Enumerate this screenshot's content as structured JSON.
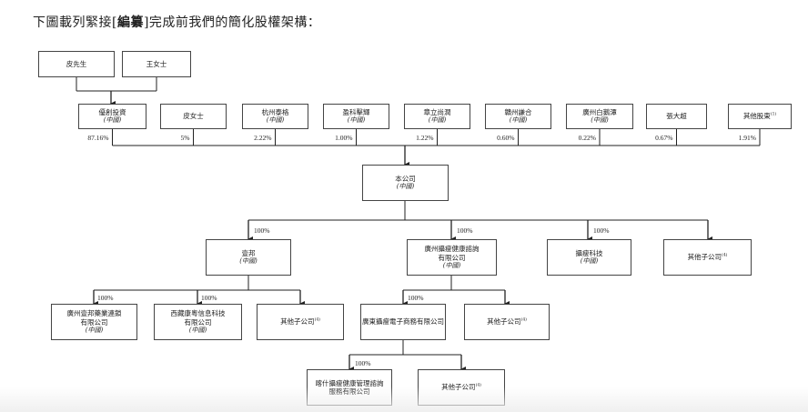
{
  "intro": {
    "prefix": "下圖載列緊接[",
    "bold": "編纂",
    "suffix": "]完成前我們的簡化股權架構："
  },
  "footnote_mark": "(1)",
  "footnote_mark_4": "(4)",
  "individuals": [
    {
      "name": "皮先生"
    },
    {
      "name": "王女士"
    }
  ],
  "shareholders": [
    {
      "name": "優創投資",
      "sub": "(中國)",
      "pct": "87.16%"
    },
    {
      "name": "皮女士",
      "sub": "",
      "pct": "5%"
    },
    {
      "name": "杭州泰格",
      "sub": "(中國)",
      "pct": "2.22%"
    },
    {
      "name": "盈科擊輝",
      "sub": "(中國)",
      "pct": "1.00%"
    },
    {
      "name": "章立尚潤",
      "sub": "(中國)",
      "pct": "1.22%"
    },
    {
      "name": "贛州謙合",
      "sub": "(中國)",
      "pct": "0.60%"
    },
    {
      "name": "廣州白鵝潭",
      "sub": "(中國)",
      "pct": "0.22%"
    },
    {
      "name": "張大超",
      "sub": "",
      "pct": "0.67%"
    },
    {
      "name": "其他股東",
      "sub": "",
      "pct": "1.91%"
    }
  ],
  "company": {
    "name": "本公司",
    "sub": "(中國)"
  },
  "subs_l1": [
    {
      "name": "壹邦",
      "sub": "(中國)",
      "pct": "100%"
    },
    {
      "name": "廣州攝瘦健康諮詢\n有限公司",
      "sub": "(中國)",
      "pct": "100%"
    },
    {
      "name": "攝瘦科技",
      "sub": "(中國)",
      "pct": "100%"
    },
    {
      "name": "其他子公司",
      "sub": "",
      "pct": ""
    }
  ],
  "subs_yibang": [
    {
      "name": "廣州壹邦藥業連鎖\n有限公司",
      "sub": "(中國)",
      "pct": "100%"
    },
    {
      "name": "西藏康粵信息科技\n有限公司",
      "sub": "(中國)",
      "pct": "100%"
    },
    {
      "name": "其他子公司",
      "sub": "",
      "pct": ""
    }
  ],
  "subs_gz": [
    {
      "name": "廣東攝瘦電子商務有限公司",
      "sub": "",
      "pct": "100%"
    },
    {
      "name": "其他子公司",
      "sub": "",
      "pct": ""
    }
  ],
  "subs_gd": [
    {
      "name": "喀什攝瘦健康管理諮詢\n服務有限公司",
      "sub": "",
      "pct": "100%"
    },
    {
      "name": "其他子公司",
      "sub": "",
      "pct": ""
    }
  ]
}
